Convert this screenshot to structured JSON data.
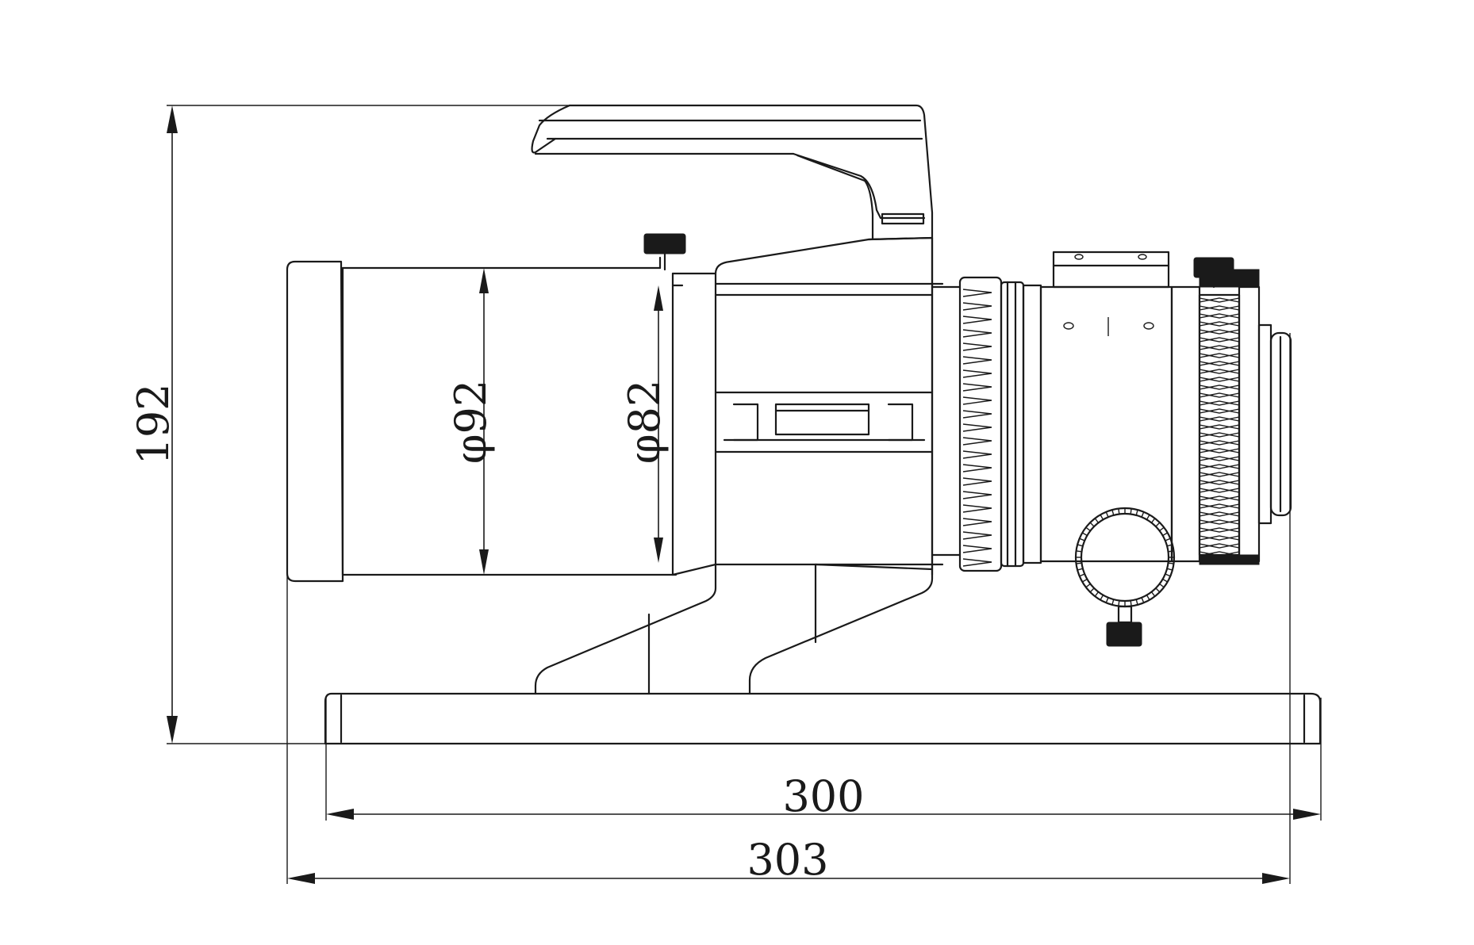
{
  "dimensions": {
    "height": "192",
    "inner_width": "300",
    "outer_width": "303",
    "diameter_outer": "φ92",
    "diameter_inner": "φ82"
  },
  "colors": {
    "line": "#1a1a1a",
    "background": "#ffffff"
  }
}
